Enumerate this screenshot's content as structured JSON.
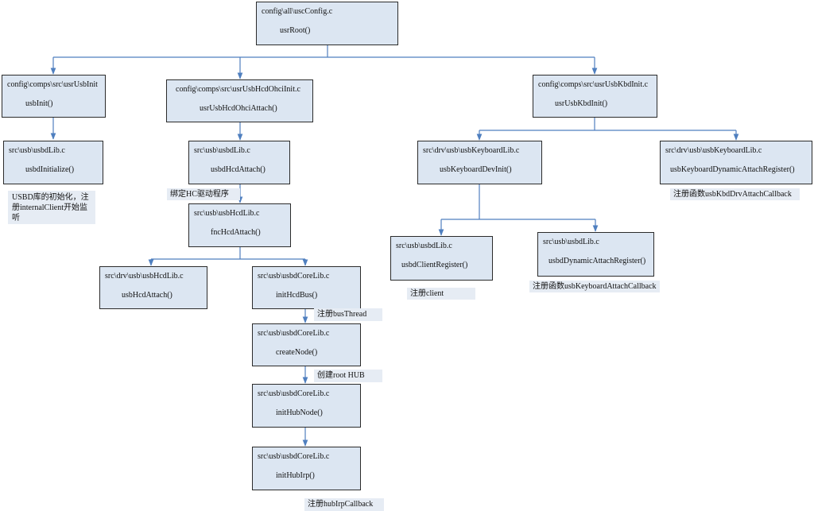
{
  "nodes": {
    "usc_config": {
      "file": "config\\all\\uscConfig.c",
      "func": "usrRoot()"
    },
    "usr_usb_init": {
      "file": "config\\comps\\src\\usrUsbInit",
      "func": "usbInit()"
    },
    "usbd_lib_init": {
      "file": "src\\usb\\usbdLib.c",
      "func": "usbdInitialize()"
    },
    "usr_usb_hcd_ohci_init": {
      "file": "config\\comps\\src\\usrUsbHcdOhciInit.c",
      "func": "usrUsbHcdOhciAttach()"
    },
    "usbd_lib_hcd_attach": {
      "file": "src\\usb\\usbdLib.c",
      "func": "usbdHcdAttach()"
    },
    "usb_hcd_lib": {
      "file": "src\\usb\\usbHcdLib.c",
      "func": "fncHcdAttach()"
    },
    "drv_usb_hcd_lib": {
      "file": "src\\drv\\usb\\usbHcdLib.c",
      "func": "usbHcdAttach()"
    },
    "core_init_hcd_bus": {
      "file": "src\\usb\\usbdCoreLib.c",
      "func": "initHcdBus()"
    },
    "core_create_node": {
      "file": "src\\usb\\usbdCoreLib.c",
      "func": "createNode()"
    },
    "core_init_hub_node": {
      "file": "src\\usb\\usbdCoreLib.c",
      "func": "initHubNode()"
    },
    "core_init_hub_irp": {
      "file": "src\\usb\\usbdCoreLib.c",
      "func": "initHubIrp()"
    },
    "usr_usb_kbd_init": {
      "file": "config\\comps\\src\\usrUsbKbdInit.c",
      "func": "usrUsbKbdInit()"
    },
    "kbd_dev_init": {
      "file": "src\\drv\\usb\\usbKeyboardLib.c",
      "func": "usbKeyboardDevInit()"
    },
    "kbd_dyn_attach": {
      "file": "src\\drv\\usb\\usbKeyboardLib.c",
      "func": "usbKeyboardDynamicAttachRegister()"
    },
    "usbd_client_register": {
      "file": "src\\usb\\usbdLib.c",
      "func": "usbdClientRegister()"
    },
    "usbd_dynamic_attach": {
      "file": "src\\usb\\usbdLib.c",
      "func": "usbdDynamicAttachRegister()"
    }
  },
  "notes": {
    "usbd_init_note": "USBD库的初始化，注册internalClient开始监听",
    "bind_hc_note": "绑定HC驱动程序",
    "bus_thread_note": "注册busThread",
    "root_hub_note": "创建root HUB",
    "hub_irp_note": "注册hubIrpCallback",
    "client_note": "注册client",
    "kbd_attach_cb_note": "注册函数usbKeyboardAttachCallback",
    "kbd_drv_attach_cb_note": "注册函数usbKbdDrvAttachCallback"
  },
  "colors": {
    "box_fill": "#dce6f2",
    "box_border": "#2b2b2b",
    "note_fill": "#e6ecf4",
    "connector": "#4f7fbf"
  }
}
